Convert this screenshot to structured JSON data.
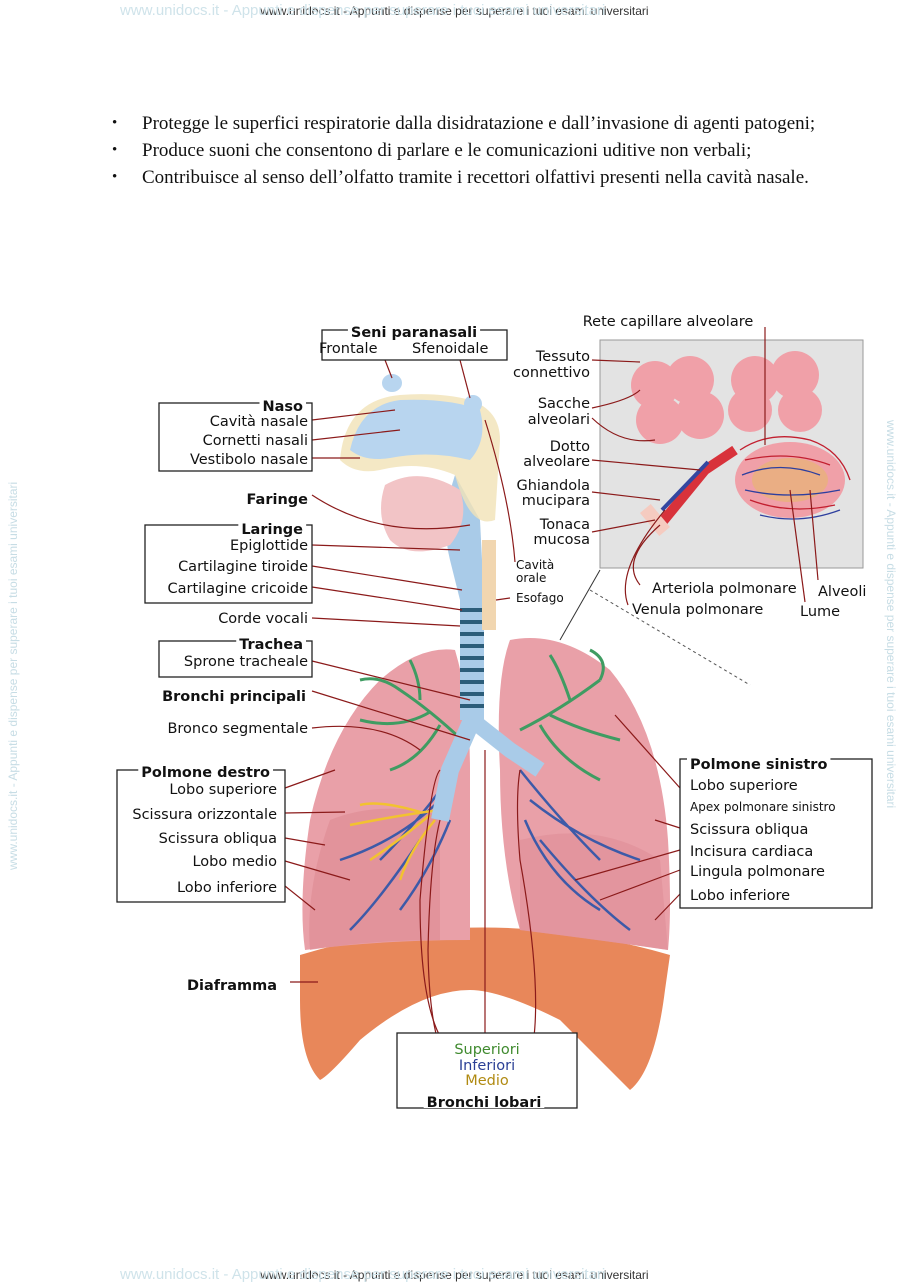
{
  "header": {
    "text": "www.unidocs.it - Appunti e dispense per superare i tuoi esami universitari",
    "watermark": "www.unidocs.it - Appunti e dispense per superare i tuoi esami universitari"
  },
  "bullets": [
    "Protegge le superfici respiratorie dalla disidratazione e dall’invasione di agenti patogeni;",
    "Produce suoni che consentono di parlare e le comunicazioni uditive non verbali;",
    "Contribuisce al senso dell’olfatto tramite i recettori olfattivi presenti nella cavità nasale."
  ],
  "figure": {
    "seni": {
      "title": "Seni paranasali",
      "frontale": "Frontale",
      "sfenoidale": "Sfenoidale"
    },
    "naso": {
      "title": "Naso",
      "items": [
        "Cavità nasale",
        "Cornetti nasali",
        "Vestibolo nasale"
      ]
    },
    "faringe": "Faringe",
    "laringe": {
      "title": "Laringe",
      "items": [
        "Epiglottide",
        "Cartilagine tiroide",
        "Cartilagine cricoide"
      ]
    },
    "corde_vocali": "Corde vocali",
    "trachea": {
      "title": "Trachea",
      "items": [
        "Sprone tracheale"
      ]
    },
    "bronchi_principali": "Bronchi principali",
    "bronco_segmentale": "Bronco segmentale",
    "polmone_destro": {
      "title": "Polmone destro",
      "items": [
        "Lobo superiore",
        "Scissura orizzontale",
        "Scissura obliqua",
        "Lobo medio",
        "Lobo inferiore"
      ]
    },
    "diaframma": "Diaframma",
    "cavita_orale": [
      "Cavità",
      "orale"
    ],
    "esofago": "Esofago",
    "alveoli_box": {
      "rete": "Rete capillare alveolare",
      "tessuto": [
        "Tessuto",
        "connettivo"
      ],
      "sacche": [
        "Sacche",
        "alveolari"
      ],
      "dotto": [
        "Dotto",
        "alveolare"
      ],
      "ghiandola": [
        "Ghiandola",
        "mucipara"
      ],
      "tonaca": [
        "Tonaca",
        "mucosa"
      ],
      "arteriola": "Arteriola polmonare",
      "venula": "Venula polmonare",
      "alveoli": "Alveoli",
      "lume": "Lume"
    },
    "polmone_sinistro": {
      "title": "Polmone sinistro",
      "items": [
        "Lobo superiore",
        "Apex polmonare sinistro",
        "Scissura obliqua",
        "Incisura cardiaca",
        "Lingula polmonare",
        "Lobo inferiore"
      ]
    },
    "bronchi_lobari": {
      "title": "Bronchi lobari",
      "superiori": "Superiori",
      "inferiori": "Inferiori",
      "medio": "Medio"
    }
  },
  "colors": {
    "lung": "#e9a0a8",
    "diaphragm": "#e8875a",
    "airway": "#a9cbe8",
    "bronchi_green": "#3f9c62",
    "bronchi_blue": "#3d5aa8",
    "bronchi_yellow": "#f2c230",
    "line": "#8b1a1a"
  }
}
